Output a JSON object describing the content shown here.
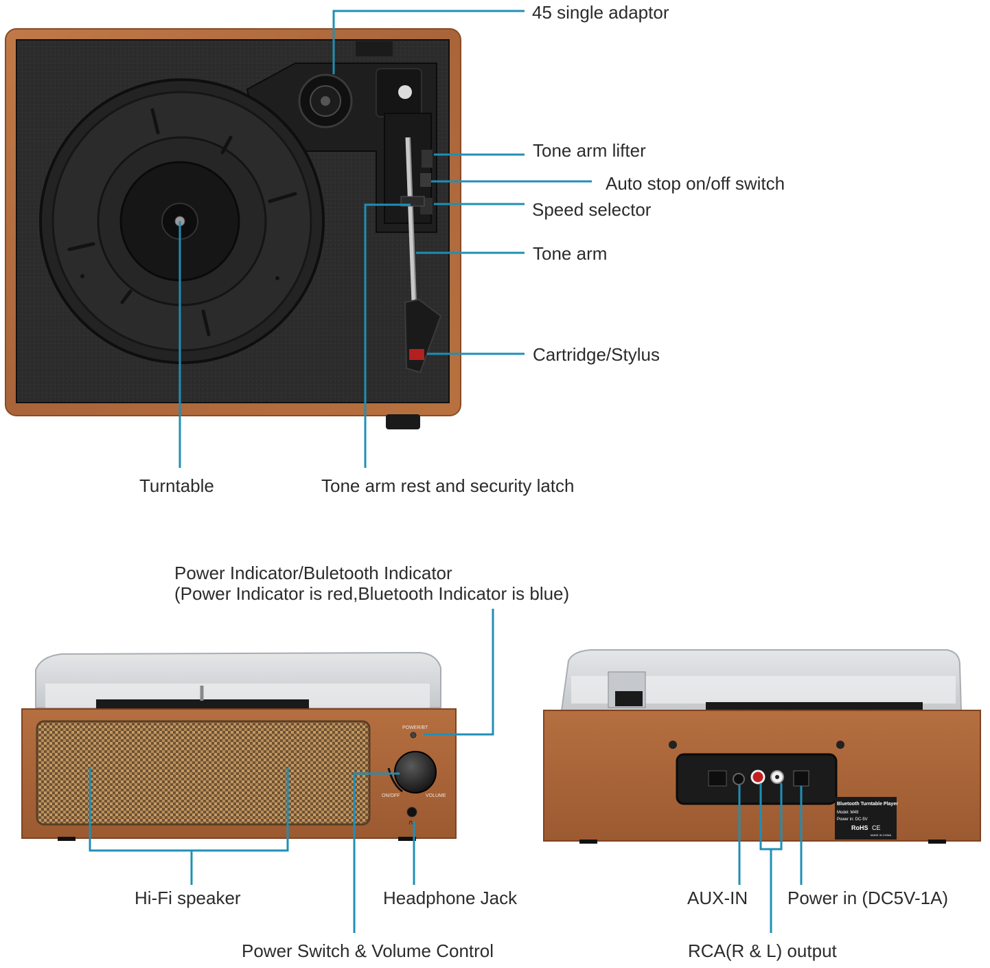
{
  "colors": {
    "callout_line": "#1f8fb5",
    "wood": "#b06a3c",
    "wood_dark": "#8a4a25",
    "plinth": "#2a2a2a",
    "label_text": "#2b2b2b"
  },
  "top_view": {
    "labels": {
      "single_adaptor": "45 single adaptor",
      "tone_arm_lifter": "Tone arm lifter",
      "auto_stop": "Auto stop on/off switch",
      "speed_selector": "Speed selector",
      "tone_arm": "Tone arm",
      "cartridge": "Cartridge/Stylus",
      "turntable": "Turntable",
      "arm_rest": "Tone arm rest and security latch"
    }
  },
  "front_view": {
    "labels": {
      "indicator_line1": "Power Indicator/Buletooth Indicator",
      "indicator_line2": "(Power Indicator is red,Bluetooth Indicator is blue)",
      "speaker": "Hi-Fi speaker",
      "headphone": "Headphone Jack",
      "power_volume": "Power Switch & Volume Control"
    },
    "panel_text": {
      "power_bt": "POWER/BT",
      "on_off": "ON/OFF",
      "volume": "VOLUME"
    }
  },
  "back_view": {
    "labels": {
      "aux_in": "AUX-IN",
      "power_in": "Power in (DC5V-1A)",
      "rca": "RCA(R & L) output"
    },
    "rating_plate": {
      "title": "Bluetooth Turntable Player",
      "model": "Model:  M49",
      "power": "Power in:  DC-5V",
      "rohs": "RoHS",
      "ce": "CE",
      "made_in": "MADE IN CHINA"
    }
  }
}
